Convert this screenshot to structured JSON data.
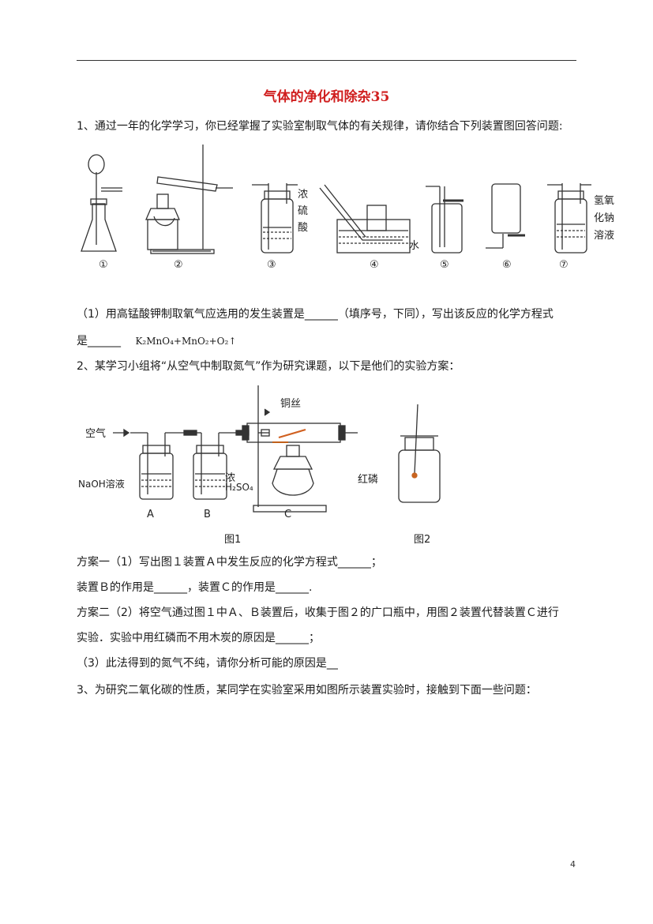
{
  "title": "气体的净化和除杂35",
  "q1": {
    "stem": "1、通过一年的化学学习，你已经掌握了实验室制取气体的有关规律，请你结合下列装置图回答问题:",
    "apparatus_numbers": [
      "①",
      "②",
      "③",
      "④",
      "⑤",
      "⑥",
      "⑦"
    ],
    "labels": {
      "conc_h2so4": [
        "浓",
        "硫",
        "酸"
      ],
      "water": "水",
      "naoh": [
        "氢氧",
        "化钠",
        "溶液"
      ]
    },
    "part1_line1": "（1）用高锰酸钾制取氧气应选用的发生装置是______（填序号，下同），写出该反应的化学方程式",
    "part1_line2_prefix": "是______",
    "equation": "K₂MnO₄+MnO₂+O₂↑"
  },
  "q2": {
    "stem": "2、某学习小组将“从空气中制取氮气”作为研究课题，以下是他们的实验方案：",
    "fig_labels": {
      "air": "空气",
      "copper": "铜丝",
      "naoh": "NaOH溶液",
      "conc": "浓",
      "h2so4": "H₂SO₄",
      "red_p": "红磷",
      "a": "A",
      "b": "B",
      "c": "C",
      "fig1": "图1",
      "fig2": "图2"
    },
    "plan1_line1": "方案一（1）写出图１装置Ａ中发生反应的化学方程式______；",
    "plan1_line2": "装置Ｂ的作用是______，装置Ｃ的作用是______.",
    "plan2_line1": "方案二（2）将空气通过图１中Ａ、Ｂ装置后，收集于图２的广口瓶中，用图２装置代替装置Ｃ进行",
    "plan2_line2": "实验．实验中用红磷而不用木炭的原因是______；",
    "part3": "（3）此法得到的氮气不纯，请你分析可能的原因是__"
  },
  "q3": {
    "stem": "3、为研究二氧化碳的性质，某同学在实验室采用如图所示装置实验时，接触到下面一些问题："
  },
  "page_number": "4"
}
